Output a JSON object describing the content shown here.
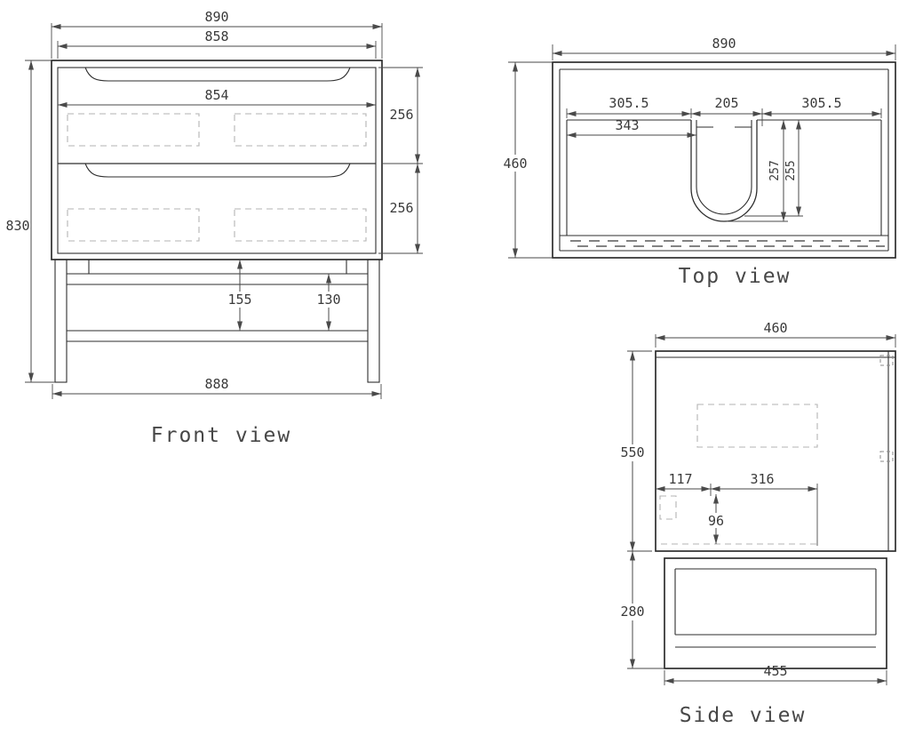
{
  "front_view": {
    "label": "Front view",
    "dims": {
      "overall_width": "890",
      "top_inner_width": "858",
      "drawer_width": "854",
      "overall_height": "830",
      "top_drawer_height": "256",
      "bottom_drawer_height": "256",
      "leg_frame_height": "155",
      "stretcher_height": "130",
      "base_width": "888"
    }
  },
  "top_view": {
    "label": "Top view",
    "dims": {
      "overall_width": "890",
      "overall_depth": "460",
      "left_to_cutout": "305.5",
      "cutout_width": "205",
      "right_to_cutout": "305.5",
      "left_inner": "343",
      "cutout_depth_outer": "257",
      "cutout_depth_inner": "255"
    }
  },
  "side_view": {
    "label": "Side view",
    "dims": {
      "overall_depth": "460",
      "cabinet_height": "550",
      "leg_height": "280",
      "front_offset": "117",
      "basin_depth": "316",
      "basin_drop": "96",
      "base_depth": "455"
    }
  }
}
